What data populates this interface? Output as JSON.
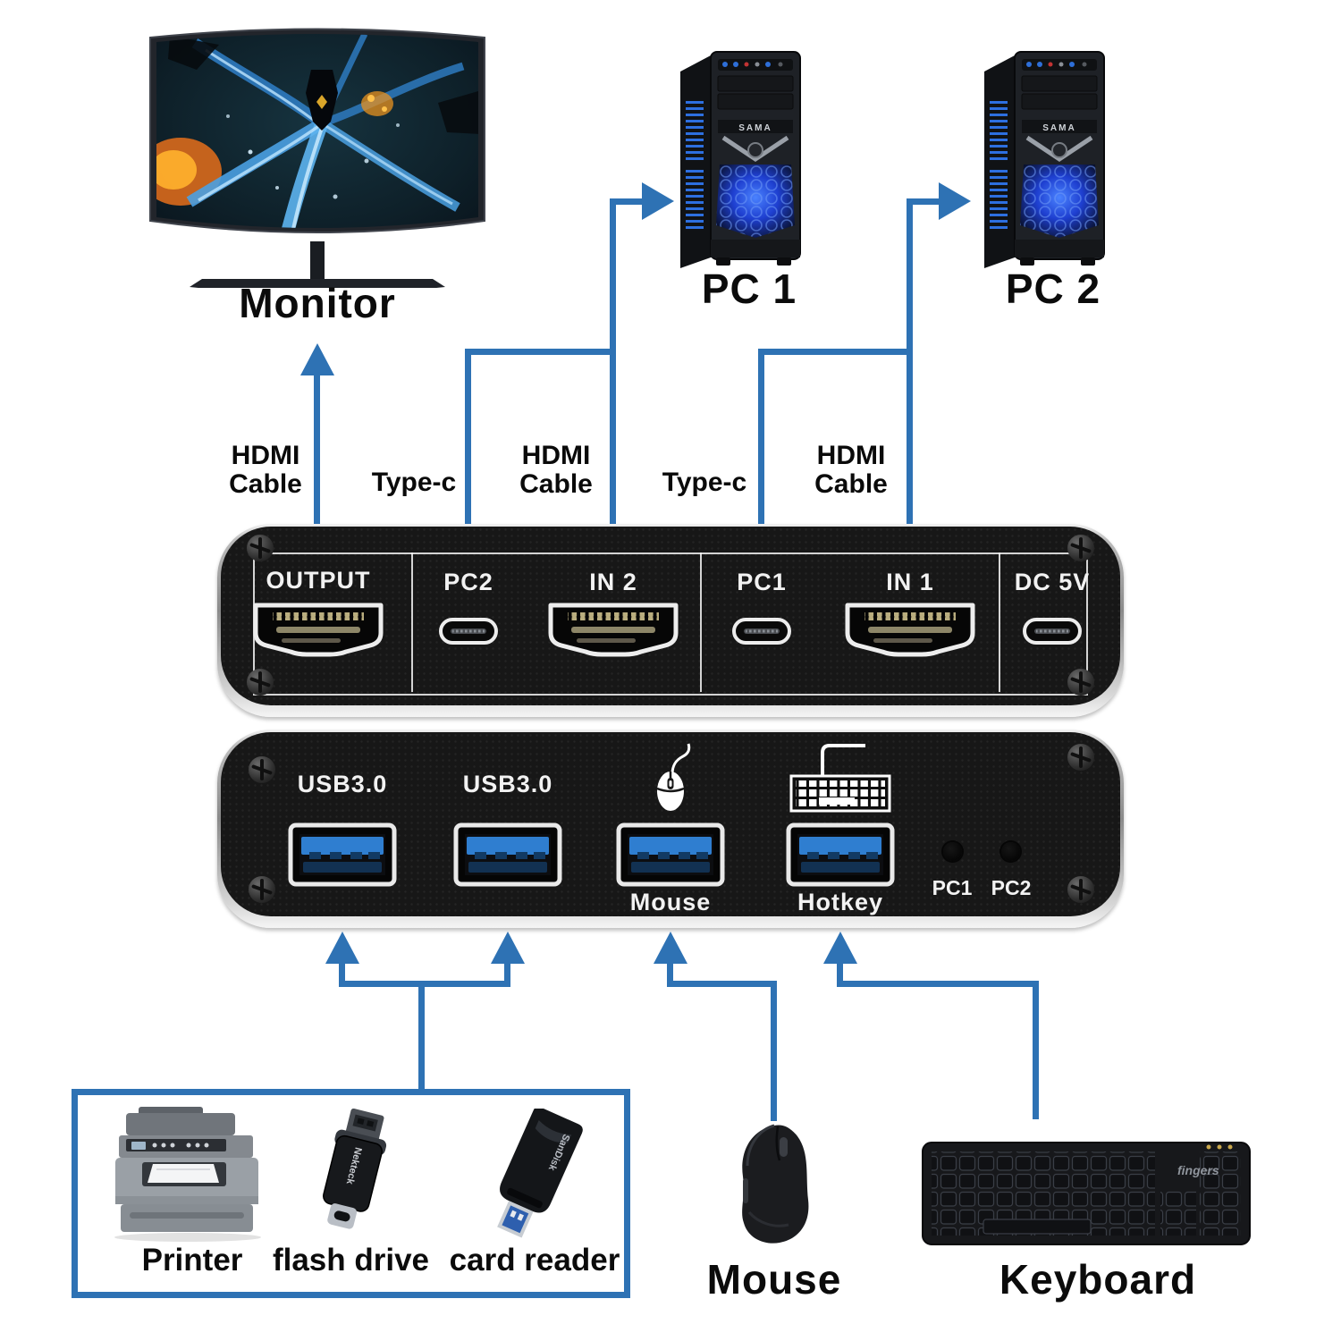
{
  "nodes": {
    "monitor": {
      "label": "Monitor"
    },
    "pc1": {
      "label": "PC 1",
      "brand": "SAMA"
    },
    "pc2": {
      "label": "PC 2",
      "brand": "SAMA"
    },
    "mouse": {
      "label": "Mouse"
    },
    "keyboard": {
      "label": "Keyboard",
      "brand": "fingers"
    }
  },
  "cable_labels": [
    "HDMI Cable",
    "Type-c",
    "HDMI Cable",
    "Type-c",
    "HDMI Cable"
  ],
  "kvm_top_panel": {
    "ports": [
      {
        "label": "OUTPUT",
        "type": "hdmi"
      },
      {
        "label": "PC2",
        "type": "usb-c"
      },
      {
        "label": "IN 2",
        "type": "hdmi"
      },
      {
        "label": "PC1",
        "type": "usb-c"
      },
      {
        "label": "IN 1",
        "type": "hdmi"
      },
      {
        "label": "DC 5V",
        "type": "usb-c-power"
      }
    ]
  },
  "kvm_front_panel": {
    "port_labels_top": [
      "USB3.0",
      "USB3.0"
    ],
    "port_labels_bottom": [
      "Mouse",
      "Hotkey"
    ],
    "selector_buttons": [
      "PC1",
      "PC2"
    ]
  },
  "peripherals_box": {
    "items": [
      {
        "label": "Printer"
      },
      {
        "label": "flash drive",
        "brand": "Nekteck"
      },
      {
        "label": "card reader",
        "brand": "SanDisk"
      }
    ]
  },
  "colors": {
    "connector_line_blue": "#2e72b4",
    "usb_port_blue": "#2f7ed0",
    "tower_glow_blue": "#2b5cf0"
  }
}
